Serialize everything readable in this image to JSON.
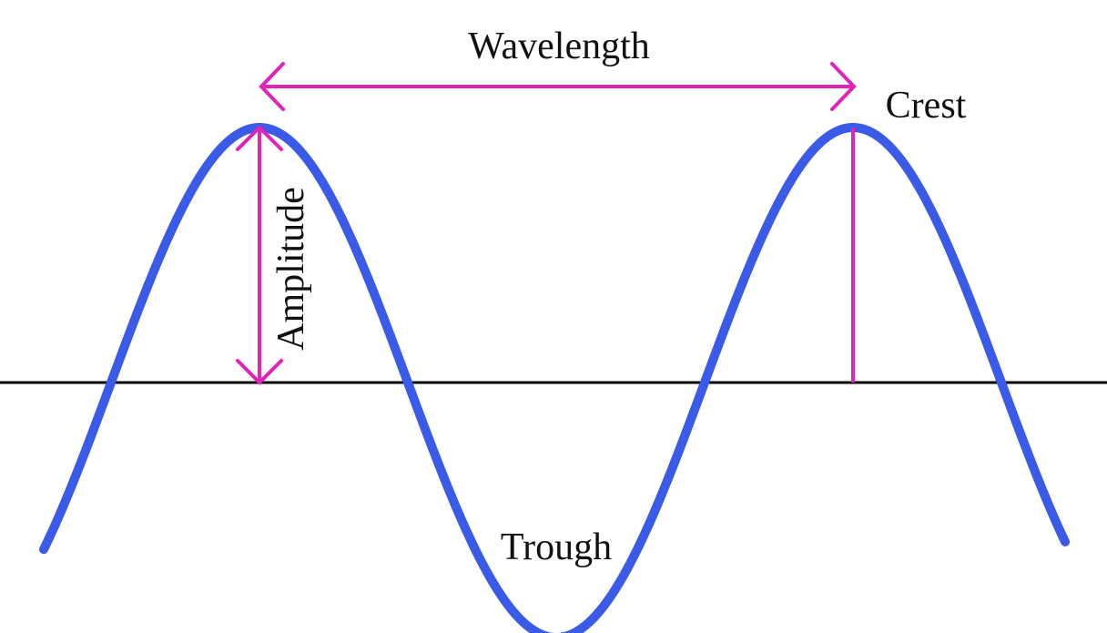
{
  "labels": {
    "wavelength": "Wavelength",
    "crest": "Crest",
    "amplitude": "Amplitude",
    "trough": "Trough"
  },
  "colors": {
    "background": "#ffffff",
    "wave": "#3a5ae8",
    "annotation": "#e024b8",
    "axis": "#000000",
    "text": "#111111"
  }
}
